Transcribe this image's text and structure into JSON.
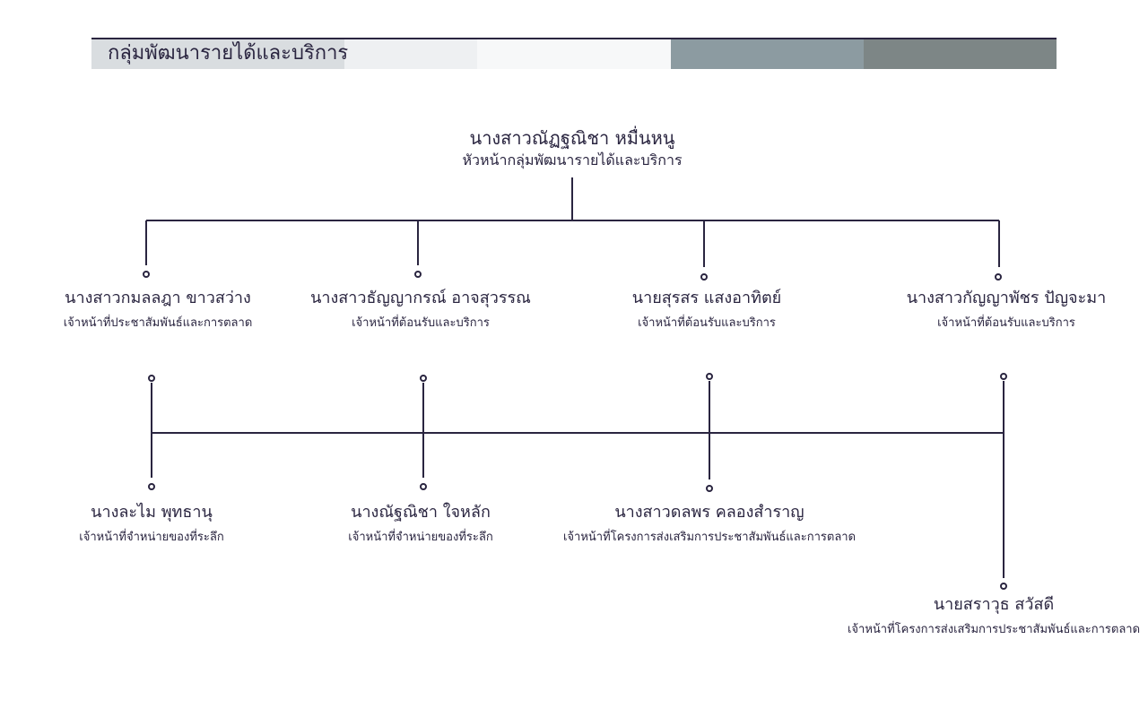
{
  "header": {
    "title": "กลุ่มพัฒนารายได้และบริการ",
    "segment_colors": [
      "#d9dde0",
      "#eef0f2",
      "#f7f8f9",
      "#8c9ba1",
      "#7d8686"
    ]
  },
  "colors": {
    "line": "#2a2540",
    "text": "#2a2540"
  },
  "root": {
    "name": "นางสาวณัฏฐณิชา หมื่นหนู",
    "role": "หัวหน้ากลุ่มพัฒนารายได้และบริการ"
  },
  "level1": [
    {
      "name": "นางสาวกมลลฎา ขาวสว่าง",
      "role": "เจ้าหน้าที่ประชาสัมพันธ์และการตลาด"
    },
    {
      "name": "นางสาวธัญญากรณ์ อาจสุวรรณ",
      "role": "เจ้าหน้าที่ต้อนรับและบริการ"
    },
    {
      "name": "นายสุรสร แสงอาทิตย์",
      "role": "เจ้าหน้าที่ต้อนรับและบริการ"
    },
    {
      "name": "นางสาวกัญญาพัชร ปัญจะมา",
      "role": "เจ้าหน้าที่ต้อนรับและบริการ"
    }
  ],
  "level2": [
    {
      "name": "นางละไม พุทธานุ",
      "role": "เจ้าหน้าที่จำหน่ายของที่ระลึก"
    },
    {
      "name": "นางณัฐณิชา ใจหลัก",
      "role": "เจ้าหน้าที่จำหน่ายของที่ระลึก"
    },
    {
      "name": "นางสาวดลพร คลองสำราญ",
      "role": "เจ้าหน้าที่โครงการส่งเสริมการประชาสัมพันธ์และการตลาด"
    },
    {
      "name": "นายสราวุธ สวัสดี",
      "role": "เจ้าหน้าที่โครงการส่งเสริมการประชาสัมพันธ์และการตลาด"
    }
  ]
}
